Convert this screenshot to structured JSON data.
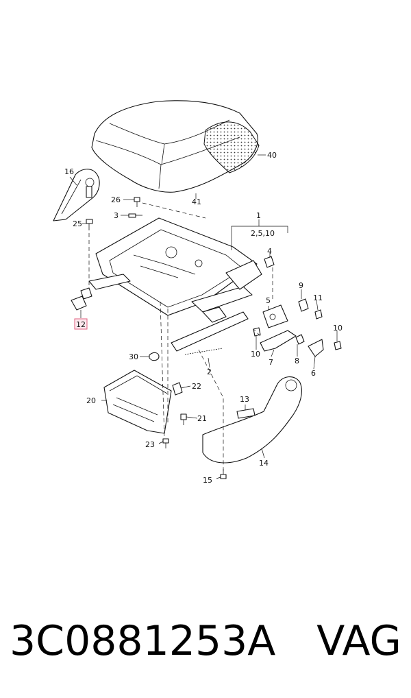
{
  "diagram": {
    "labels": {
      "p1": "1",
      "p1b": "2,5,10",
      "p2": "2",
      "p3": "3",
      "p4": "4",
      "p5": "5",
      "p6": "6",
      "p7": "7",
      "p8": "8",
      "p9": "9",
      "p10a": "10",
      "p10b": "10",
      "p11": "11",
      "p12": "12",
      "p13": "13",
      "p14": "14",
      "p15": "15",
      "p16": "16",
      "p20": "20",
      "p21": "21",
      "p22": "22",
      "p23": "23",
      "p25": "25",
      "p26": "26",
      "p30": "30",
      "p40": "40",
      "p41": "41"
    },
    "highlight": {
      "part": "12",
      "color": "#e06080",
      "fill": "#fde8ee"
    }
  },
  "footer": {
    "part_number": "3C0881253A",
    "brand": "VAG"
  }
}
